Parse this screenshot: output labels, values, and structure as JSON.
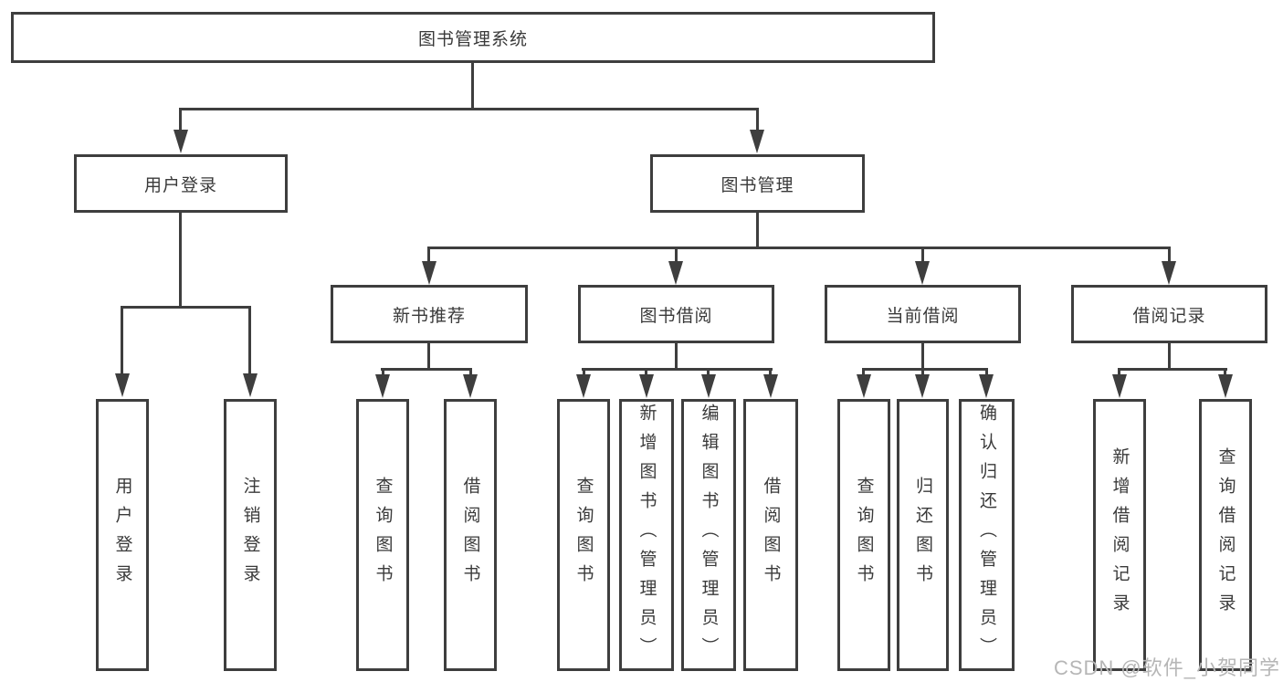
{
  "diagram": {
    "watermark": "CSDN @软件_小贺同学",
    "colors": {
      "line": "#3e3e3e",
      "text": "#3a3a3a",
      "background": "#ffffff",
      "watermark": "#b6b6b6"
    },
    "nodes": {
      "root": {
        "label": "图书管理系统"
      },
      "user_login": {
        "label": "用户登录"
      },
      "book_mgmt": {
        "label": "图书管理"
      },
      "new_rec": {
        "label": "新书推荐"
      },
      "book_borrow": {
        "label": "图书借阅"
      },
      "cur_borrow": {
        "label": "当前借阅"
      },
      "borrow_rec": {
        "label": "借阅记录"
      },
      "leaf_login": {
        "label": "用户登录"
      },
      "leaf_logout": {
        "label": "注销登录"
      },
      "rec_query": {
        "label": "查询图书"
      },
      "rec_borrow": {
        "label": "借阅图书"
      },
      "bb_query": {
        "label": "查询图书"
      },
      "bb_add": {
        "label": "新增图书（管理员）"
      },
      "bb_edit": {
        "label": "编辑图书（管理员）"
      },
      "bb_borrow": {
        "label": "借阅图书"
      },
      "cb_query": {
        "label": "查询图书"
      },
      "cb_return": {
        "label": "归还图书"
      },
      "cb_confirm": {
        "label": "确认归还（管理员）"
      },
      "br_add": {
        "label": "新增借阅记录"
      },
      "br_query": {
        "label": "查询借阅记录"
      }
    }
  }
}
